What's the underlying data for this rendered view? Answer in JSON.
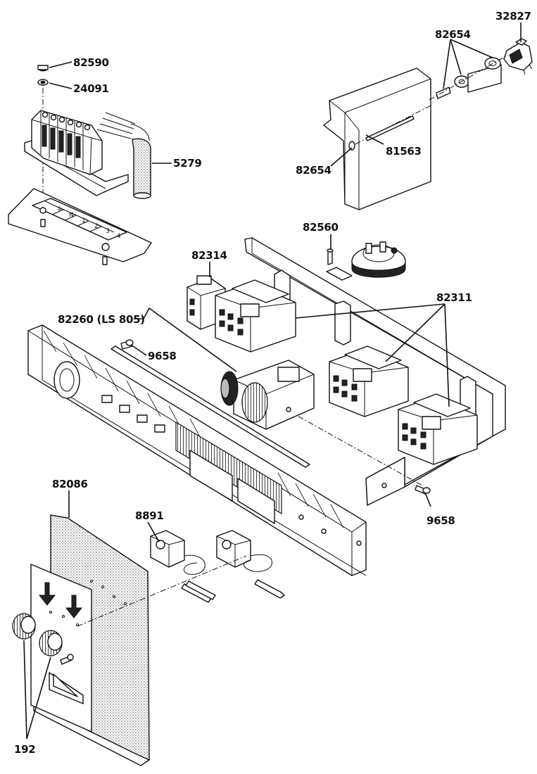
{
  "labels": {
    "l32827": "32827",
    "l82654_top": "82654",
    "l82590": "82590",
    "l24091": "24091",
    "l5279": "5279",
    "l82654_left": "82654",
    "l81563": "81563",
    "l82560": "82560",
    "l82314": "82314",
    "l82311": "82311",
    "l82260": "82260 (LS 805)",
    "l9658_left": "9658",
    "l9658_right": "9658",
    "l82086": "82086",
    "l8891": "8891",
    "l192": "192"
  },
  "terminal_strip_marks": [
    "⏚",
    "N",
    "1",
    "2",
    "3",
    "4"
  ]
}
